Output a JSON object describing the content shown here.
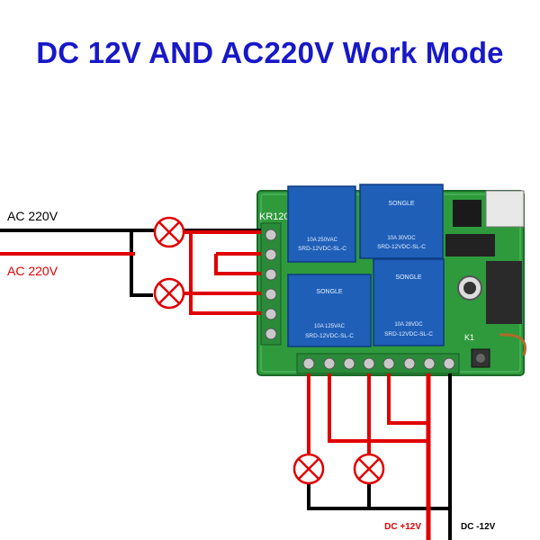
{
  "title": "DC 12V AND AC220V Work Mode",
  "labels": {
    "ac_black": "AC 220V",
    "ac_red": "AC 220V",
    "dc_pos": "DC +12V",
    "dc_neg": "DC -12V",
    "board_id": "KR120",
    "button": "K1",
    "relay_brand": "SONGLE",
    "relay_model": "SRD-12VDC-SL-C",
    "relay_rating_1": "10A 250VAC",
    "relay_rating_2": "10A 30VDC",
    "relay_rating_3": "10A 125VAC",
    "relay_rating_4": "10A 28VDC"
  },
  "colors": {
    "title": "#1818c8",
    "wire_red": "#e00000",
    "wire_black": "#000000",
    "board": "#2e9a3c",
    "relay": "#1f5fb8",
    "terminal": "#2a8a3a"
  }
}
